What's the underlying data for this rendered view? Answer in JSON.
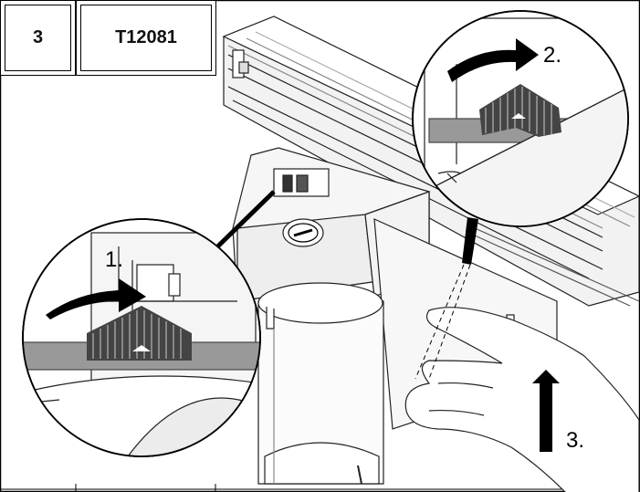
{
  "header": {
    "step_number": "3",
    "part_code": "T12081"
  },
  "callouts": {
    "step1": "1.",
    "step2": "2.",
    "step3": "3."
  }
}
